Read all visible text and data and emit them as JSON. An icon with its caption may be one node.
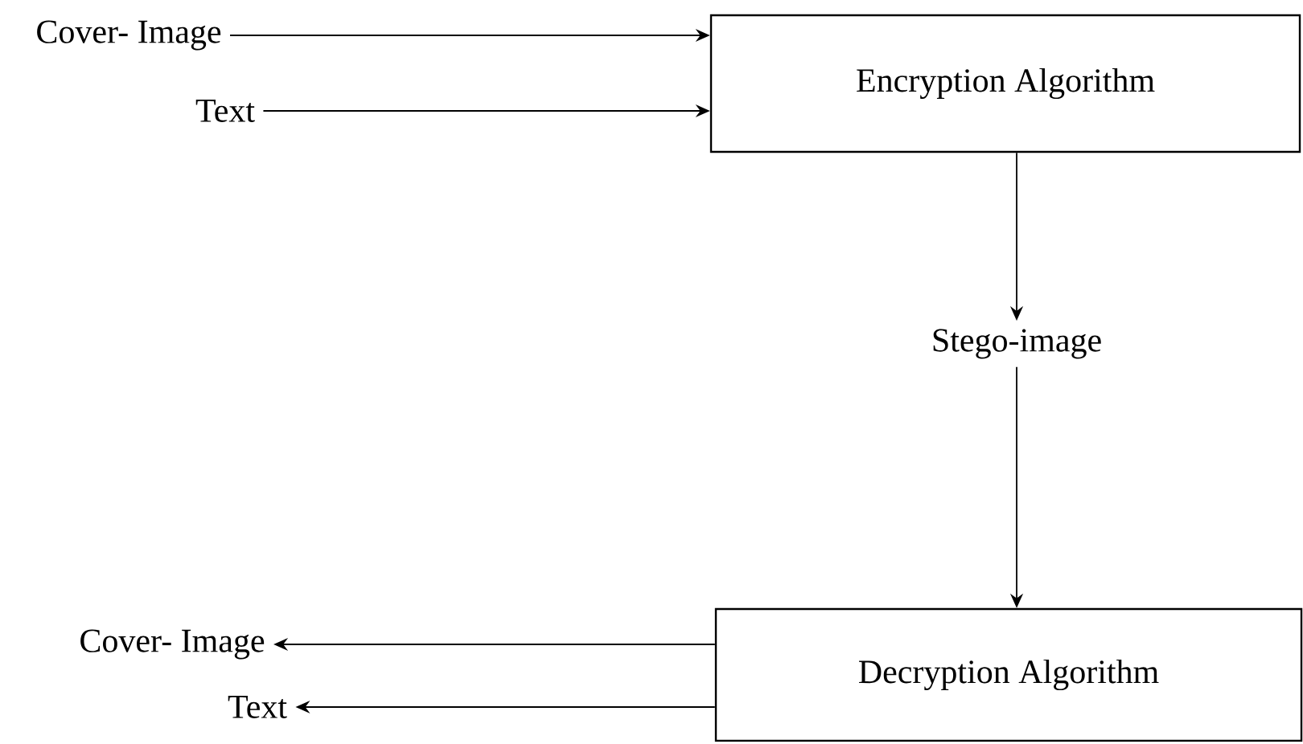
{
  "diagram": {
    "nodes": [
      {
        "text": [
          "Cover- Image"
        ]
      },
      {
        "text": [
          "Text"
        ]
      },
      {
        "text": [
          "Encryption Algorithm"
        ]
      },
      {
        "text": [
          "Stego-image"
        ]
      },
      {
        "text": [
          "Decryption Algorithm"
        ]
      },
      {
        "text": [
          "Cover- Image"
        ]
      },
      {
        "text": [
          "Text"
        ]
      }
    ],
    "edges": [
      {
        "from": 0,
        "to": 2,
        "arrow": "to"
      },
      {
        "from": 1,
        "to": 2,
        "arrow": "to"
      },
      {
        "from": 2,
        "to": 3,
        "arrow": "to"
      },
      {
        "from": 3,
        "to": 4,
        "arrow": "to"
      },
      {
        "from": 4,
        "to": 5,
        "arrow": "to"
      },
      {
        "from": 4,
        "to": 6,
        "arrow": "to"
      }
    ]
  }
}
